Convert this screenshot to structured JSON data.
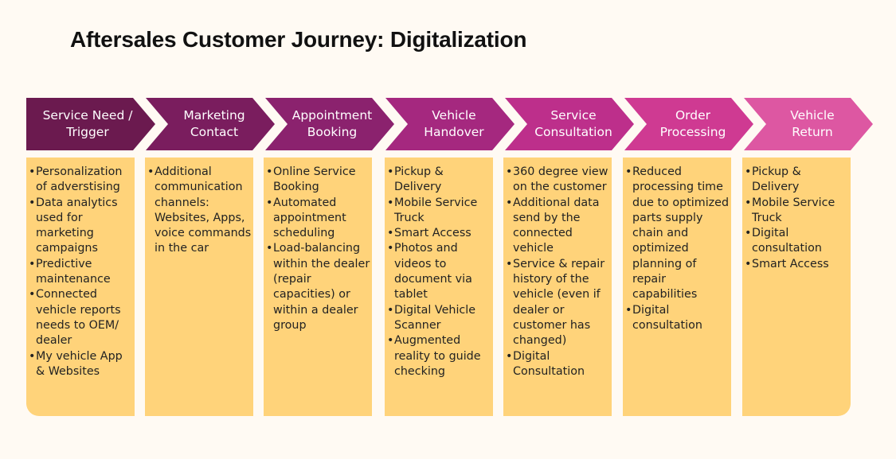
{
  "title": "Aftersales Customer Journey: Digitalization",
  "stages": [
    {
      "label": "Service Need /\nTrigger",
      "color": "#6b1a4f",
      "items": [
        "Personalization of adverstising",
        "Data analytics used for marketing campaigns",
        "Predictive maintenance",
        "Connected vehicle reports needs to OEM/ dealer",
        "My vehicle App & Websites"
      ]
    },
    {
      "label": "Marketing\nContact",
      "color": "#7a1d5e",
      "items": [
        "Additional communication channels: Websites, Apps, voice commands in the car"
      ]
    },
    {
      "label": "Appointment\nBooking",
      "color": "#8b226e",
      "items": [
        "Online Service Booking",
        "Automated appointment scheduling",
        "Load-balancing within the dealer (repair capacities) or within a dealer group"
      ]
    },
    {
      "label": "Vehicle\nHandover",
      "color": "#a5287f",
      "items": [
        "Pickup & Delivery",
        "Mobile Service Truck",
        "Smart Access",
        "Photos and videos to document via tablet",
        "Digital Vehicle Scanner",
        "Augmented reality to guide checking"
      ]
    },
    {
      "label": "Service\nConsultation",
      "color": "#bd2f8b",
      "items": [
        "360 degree view on the customer",
        "Additional data send by the connected vehicle",
        "Service & repair history of the vehicle (even if dealer or customer has changed)",
        "Digital Consultation"
      ]
    },
    {
      "label": "Order\nProcessing",
      "color": "#cf3a92",
      "items": [
        "Reduced processing time due to optimized parts supply chain and optimized planning of repair capabilities",
        "Digital consultation"
      ]
    },
    {
      "label": "Vehicle\nReturn",
      "color": "#dd57a2",
      "items": [
        "Pickup & Delivery",
        "Mobile Service Truck",
        "Digital consultation",
        "Smart Access"
      ]
    }
  ]
}
